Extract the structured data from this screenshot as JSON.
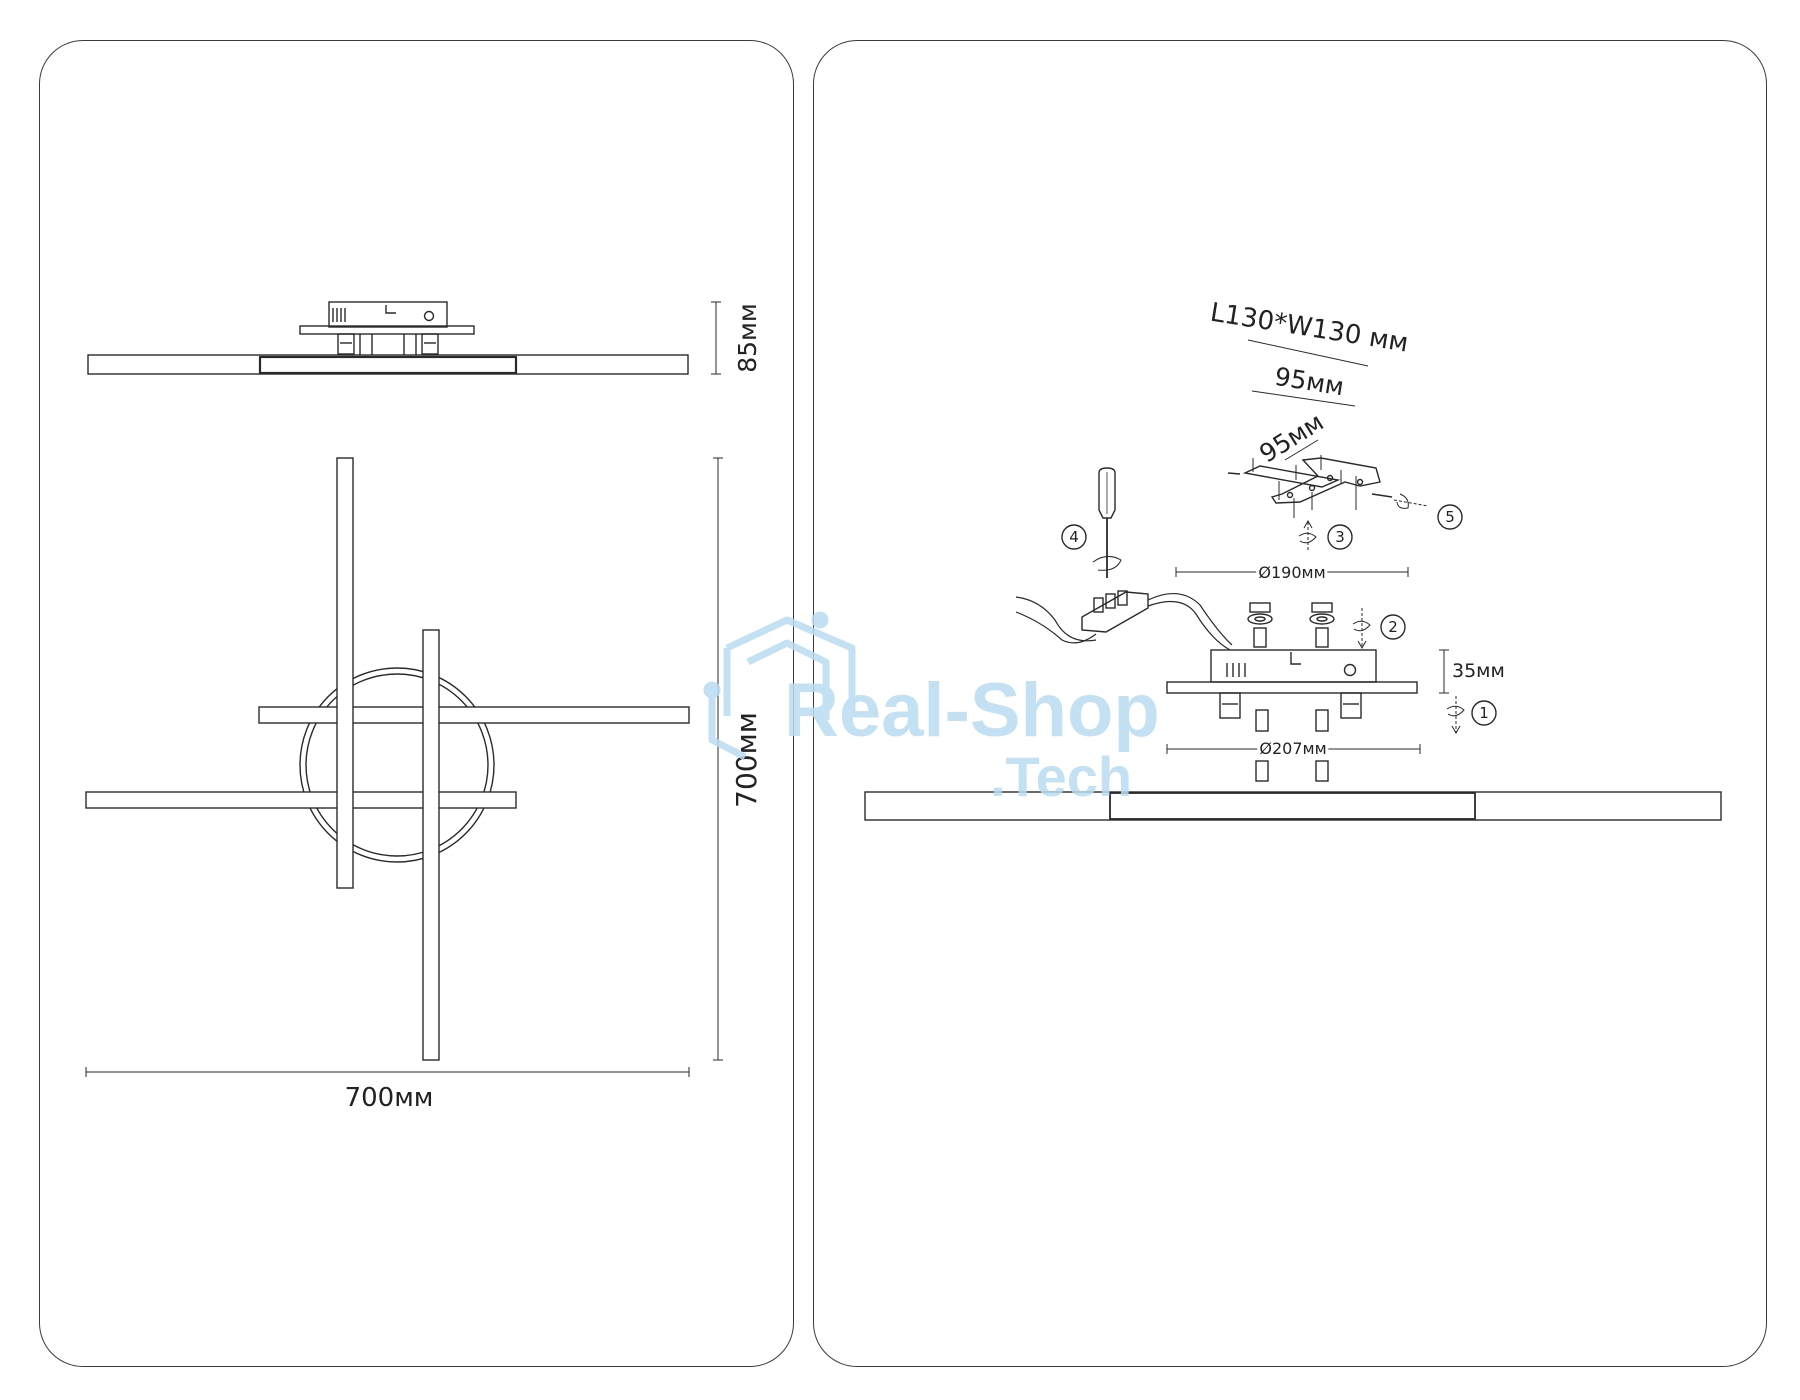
{
  "left_panel": {
    "side_view_height_label": "85мм",
    "top_view_height_label": "700мм",
    "top_view_width_label": "700мм"
  },
  "right_panel": {
    "bracket_size_label": "L130*W130 мм",
    "bracket_width_label": "95мм",
    "bracket_depth_label": "95мм",
    "mount_diameter_label": "Ø190мм",
    "base_height_label": "35мм",
    "base_diameter_label": "Ø207мм",
    "steps": [
      "1",
      "2",
      "3",
      "4",
      "5"
    ]
  },
  "watermark": {
    "line1": "Real-Shop",
    "line2": ".Tech",
    "color": "#b9dcf2"
  },
  "colors": {
    "line": "#2a2a2a",
    "panel_border": "#3a3a3a"
  }
}
